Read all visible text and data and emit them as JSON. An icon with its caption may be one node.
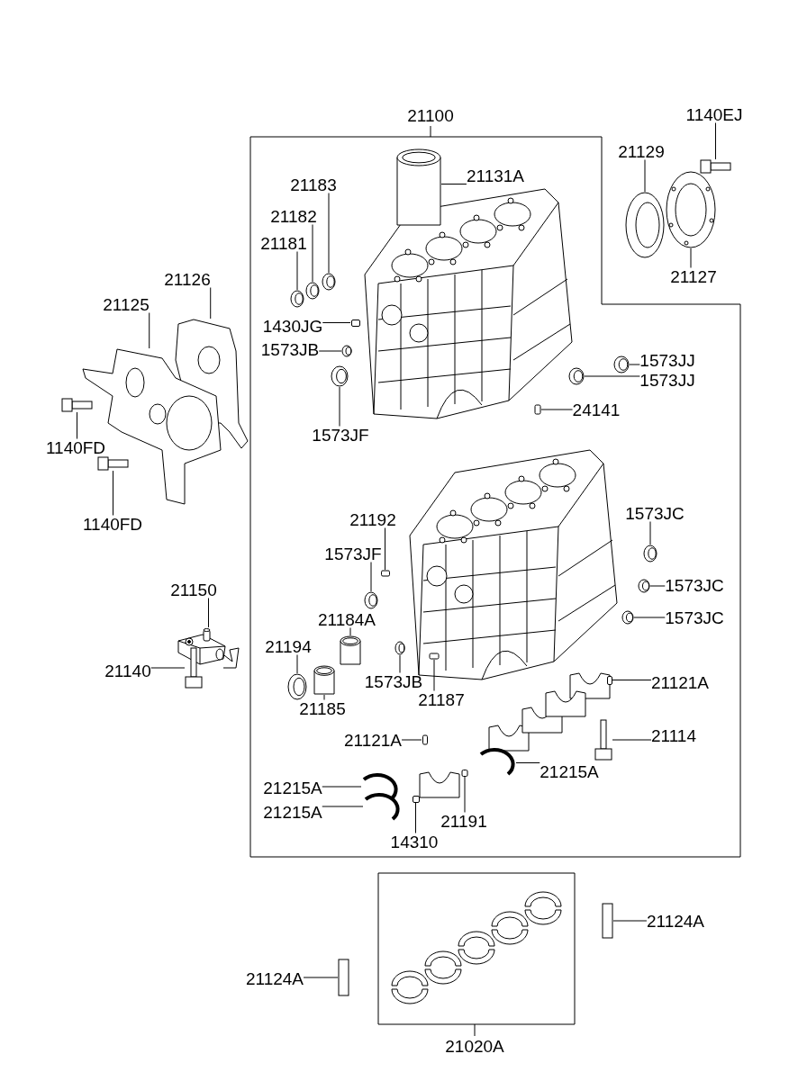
{
  "diagram": {
    "nodes": [
      {
        "text": [
          "21100"
        ]
      },
      {
        "text": [
          "1140EJ"
        ]
      },
      {
        "text": [
          "21129"
        ]
      },
      {
        "text": [
          "21131A"
        ],
        "in": 0
      },
      {
        "text": [
          "21183"
        ],
        "in": 0
      },
      {
        "text": [
          "21182"
        ],
        "in": 0
      },
      {
        "text": [
          "21181"
        ],
        "in": 0
      },
      {
        "text": [
          "21126"
        ]
      },
      {
        "text": [
          "21127"
        ]
      },
      {
        "text": [
          "21125"
        ]
      },
      {
        "text": [
          "1430JG"
        ],
        "in": 0
      },
      {
        "text": [
          "1573JB"
        ],
        "in": 0
      },
      {
        "text": [
          "1573JJ"
        ],
        "in": 0
      },
      {
        "text": [
          "1573JJ"
        ],
        "in": 0
      },
      {
        "text": [
          "24141"
        ],
        "in": 0
      },
      {
        "text": [
          "1573JF"
        ],
        "in": 0
      },
      {
        "text": [
          "1140FD"
        ]
      },
      {
        "text": [
          "1140FD"
        ]
      },
      {
        "text": [
          "1573JC"
        ],
        "in": 0
      },
      {
        "text": [
          "21192"
        ],
        "in": 0
      },
      {
        "text": [
          "1573JF"
        ],
        "in": 0
      },
      {
        "text": [
          "1573JC"
        ],
        "in": 0
      },
      {
        "text": [
          "21150"
        ]
      },
      {
        "text": [
          "21184A"
        ],
        "in": 0
      },
      {
        "text": [
          "1573JC"
        ],
        "in": 0
      },
      {
        "text": [
          "21194"
        ],
        "in": 0
      },
      {
        "text": [
          "21140"
        ]
      },
      {
        "text": [
          "1573JB"
        ],
        "in": 0
      },
      {
        "text": [
          "21121A"
        ],
        "in": 0
      },
      {
        "text": [
          "21187"
        ],
        "in": 0
      },
      {
        "text": [
          "21185"
        ],
        "in": 0
      },
      {
        "text": [
          "21114"
        ],
        "in": 0
      },
      {
        "text": [
          "21121A"
        ],
        "in": 0
      },
      {
        "text": [
          "21215A"
        ],
        "in": 0
      },
      {
        "text": [
          "21215A"
        ],
        "in": 0
      },
      {
        "text": [
          "21215A"
        ],
        "in": 0
      },
      {
        "text": [
          "21191"
        ],
        "in": 0
      },
      {
        "text": [
          "14310"
        ],
        "in": 0
      },
      {
        "text": [
          "21020A"
        ]
      },
      {
        "text": [
          "21124A"
        ]
      },
      {
        "text": [
          "21124A"
        ]
      },
      {
        "text": [],
        "shape": "picture"
      },
      {
        "text": [],
        "shape": "picture"
      },
      {
        "text": [],
        "shape": "cylinder",
        "in": 0
      },
      {
        "text": [],
        "shape": "picture",
        "in": 0
      },
      {
        "text": [],
        "shape": "picture",
        "in": 0
      },
      {
        "text": [],
        "shape": "picture",
        "in": 0
      },
      {
        "text": [],
        "shape": "picture"
      },
      {
        "text": [],
        "shape": "picture"
      },
      {
        "text": [],
        "shape": "picture"
      },
      {
        "text": [],
        "shape": "box",
        "in": 0
      },
      {
        "text": [],
        "shape": "picture",
        "in": 0
      },
      {
        "text": [],
        "shape": "picture",
        "in": 0
      },
      {
        "text": [],
        "shape": "picture",
        "in": 0
      },
      {
        "text": [],
        "shape": "box",
        "in": 0
      },
      {
        "text": [],
        "shape": "picture",
        "in": 0
      },
      {
        "text": [],
        "shape": "picture"
      },
      {
        "text": [],
        "shape": "picture"
      },
      {
        "text": [],
        "shape": "picture",
        "in": 0
      },
      {
        "text": [],
        "shape": "box",
        "in": 0
      },
      {
        "text": [],
        "shape": "picture",
        "in": 0
      },
      {
        "text": [],
        "shape": "picture",
        "in": 0
      },
      {
        "text": [],
        "shape": "picture"
      },
      {
        "text": [],
        "shape": "cylinder",
        "in": 0
      },
      {
        "text": [],
        "shape": "picture",
        "in": 0
      },
      {
        "text": [],
        "shape": "picture",
        "in": 0
      },
      {
        "text": [],
        "shape": "picture"
      },
      {
        "text": [],
        "shape": "picture",
        "in": 0
      },
      {
        "text": [],
        "shape": "box",
        "in": 0
      },
      {
        "text": [],
        "shape": "box",
        "in": 0
      },
      {
        "text": [],
        "shape": "cylinder",
        "in": 0
      },
      {
        "text": [],
        "shape": "picture",
        "in": 0
      },
      {
        "text": [],
        "shape": "box",
        "in": 0
      },
      {
        "text": [],
        "shape": "picture",
        "in": 0
      },
      {
        "text": [],
        "shape": "picture",
        "in": 0
      },
      {
        "text": [],
        "shape": "picture",
        "in": 0
      },
      {
        "text": [],
        "shape": "box",
        "in": 0
      },
      {
        "text": [],
        "shape": "box",
        "in": 0
      },
      {
        "text": [],
        "shape": "bar"
      },
      {
        "text": [],
        "shape": "bar"
      }
    ],
    "edges": [
      {
        "from": 1,
        "to": 41,
        "arrow": "none"
      },
      {
        "from": 2,
        "to": 42,
        "arrow": "none"
      },
      {
        "from": 3,
        "to": 43,
        "arrow": "none"
      },
      {
        "from": 4,
        "to": 44,
        "arrow": "none"
      },
      {
        "from": 5,
        "to": 45,
        "arrow": "none"
      },
      {
        "from": 6,
        "to": 46,
        "arrow": "none"
      },
      {
        "from": 7,
        "to": 47,
        "arrow": "none"
      },
      {
        "from": 8,
        "to": 48,
        "arrow": "none"
      },
      {
        "from": 9,
        "to": 49,
        "arrow": "none"
      },
      {
        "from": 10,
        "to": 50,
        "arrow": "none"
      },
      {
        "from": 11,
        "to": 51,
        "arrow": "none"
      },
      {
        "from": 12,
        "to": 52,
        "arrow": "none"
      },
      {
        "from": 13,
        "to": 53,
        "arrow": "none"
      },
      {
        "from": 14,
        "to": 54,
        "arrow": "none"
      },
      {
        "from": 15,
        "to": 55,
        "arrow": "none"
      },
      {
        "from": 16,
        "to": 56,
        "arrow": "none"
      },
      {
        "from": 17,
        "to": 57,
        "arrow": "none"
      },
      {
        "from": 18,
        "to": 58,
        "arrow": "none"
      },
      {
        "from": 19,
        "to": 59,
        "arrow": "none"
      },
      {
        "from": 20,
        "to": 60,
        "arrow": "none"
      },
      {
        "from": 21,
        "to": 61,
        "arrow": "none"
      },
      {
        "from": 22,
        "to": 62,
        "arrow": "none"
      },
      {
        "from": 23,
        "to": 63,
        "arrow": "none"
      },
      {
        "from": 24,
        "to": 64,
        "arrow": "none"
      },
      {
        "from": 25,
        "to": 65,
        "arrow": "none"
      },
      {
        "from": 26,
        "to": 66,
        "arrow": "none"
      },
      {
        "from": 27,
        "to": 67,
        "arrow": "none"
      },
      {
        "from": 28,
        "to": 68,
        "arrow": "none"
      },
      {
        "from": 29,
        "to": 69,
        "arrow": "none"
      },
      {
        "from": 30,
        "to": 70,
        "arrow": "none"
      },
      {
        "from": 31,
        "to": 71,
        "arrow": "none"
      },
      {
        "from": 32,
        "to": 72,
        "arrow": "none"
      },
      {
        "from": 33,
        "to": 73,
        "arrow": "none"
      },
      {
        "from": 34,
        "to": 74,
        "arrow": "none"
      },
      {
        "from": 35,
        "to": 75,
        "arrow": "none"
      },
      {
        "from": 36,
        "to": 76,
        "arrow": "none"
      },
      {
        "from": 37,
        "to": 77,
        "arrow": "none"
      },
      {
        "from": 39,
        "to": 78,
        "arrow": "none"
      },
      {
        "from": 40,
        "to": 79,
        "arrow": "none"
      }
    ]
  }
}
